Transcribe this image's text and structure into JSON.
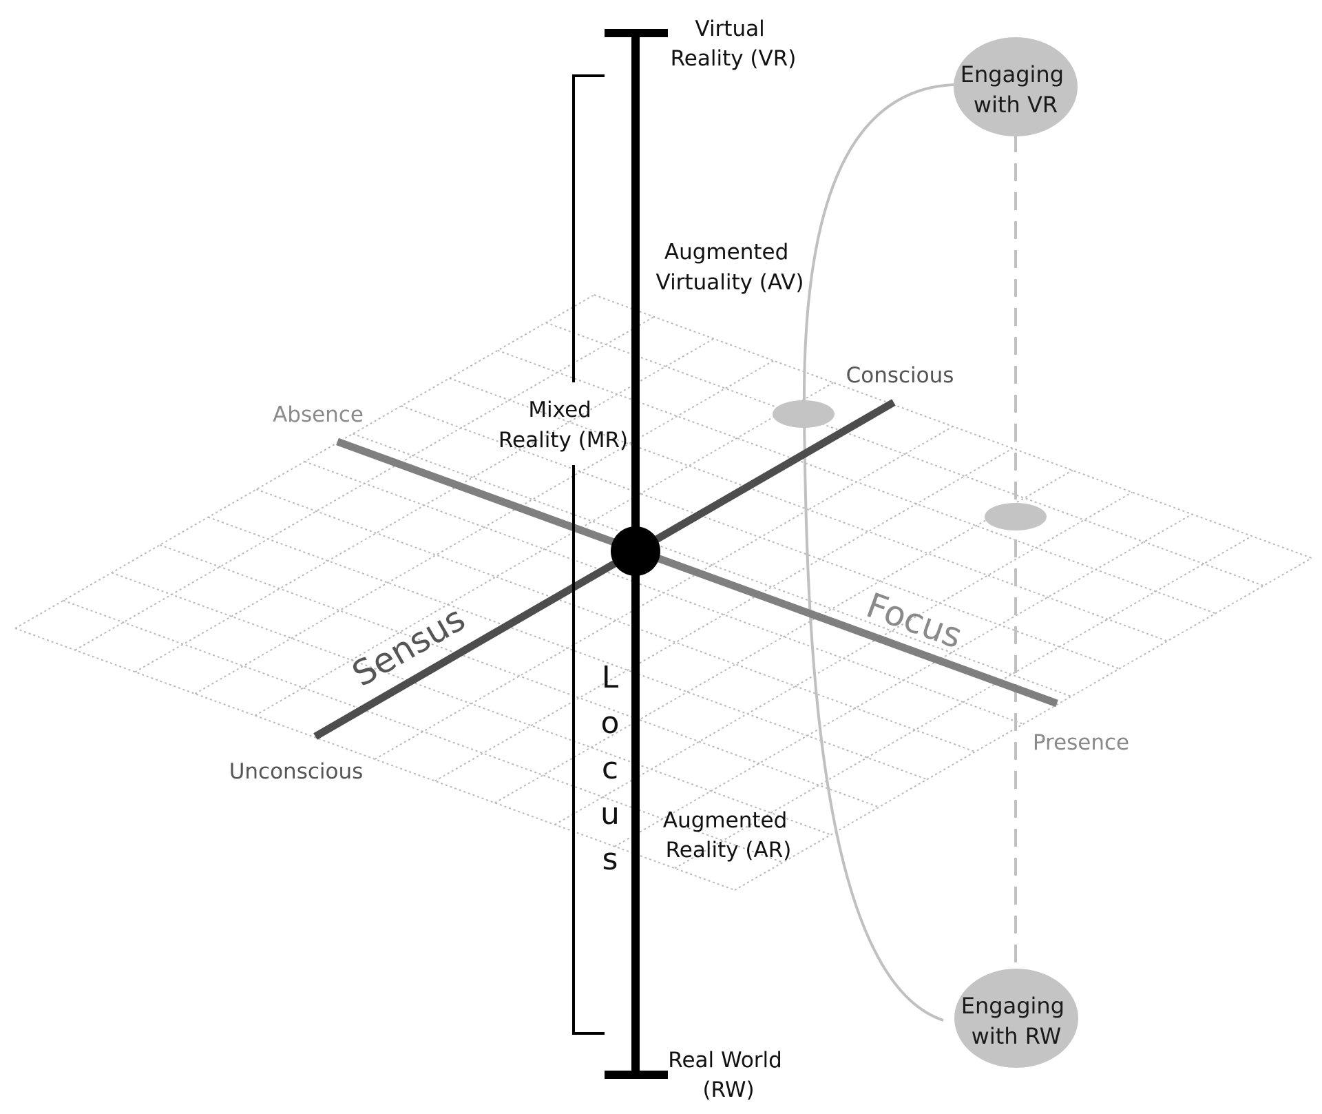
{
  "colors": {
    "grid": "#b9b9b9",
    "sensus_axis": "#4d4d4d",
    "focus_axis": "#7f7f7f",
    "locus_axis": "#000000",
    "node_fill": "#c4c4c4",
    "connector": "#c0c0c0",
    "dark_label": "#555555",
    "light_label": "#8a8a8a"
  },
  "axes": {
    "sensus": {
      "name": "Sensus",
      "start_label": "Unconscious",
      "end_label": "Conscious"
    },
    "focus": {
      "name": "Focus",
      "start_label": "Absence",
      "end_label": "Presence"
    },
    "locus": {
      "name": "Locus",
      "letters": [
        "L",
        "o",
        "c",
        "u",
        "s"
      ]
    }
  },
  "locus_labels": {
    "vr": [
      "Virtual",
      "Reality (VR)"
    ],
    "av": [
      "Augmented",
      "Virtuality (AV)"
    ],
    "mr": [
      "Mixed",
      "Reality (MR)"
    ],
    "ar": [
      "Augmented",
      "Reality (AR)"
    ],
    "rw": [
      "Real World",
      "(RW)"
    ]
  },
  "nodes": {
    "vr": [
      "Engaging",
      "with VR"
    ],
    "rw": [
      "Engaging",
      "with RW"
    ]
  }
}
